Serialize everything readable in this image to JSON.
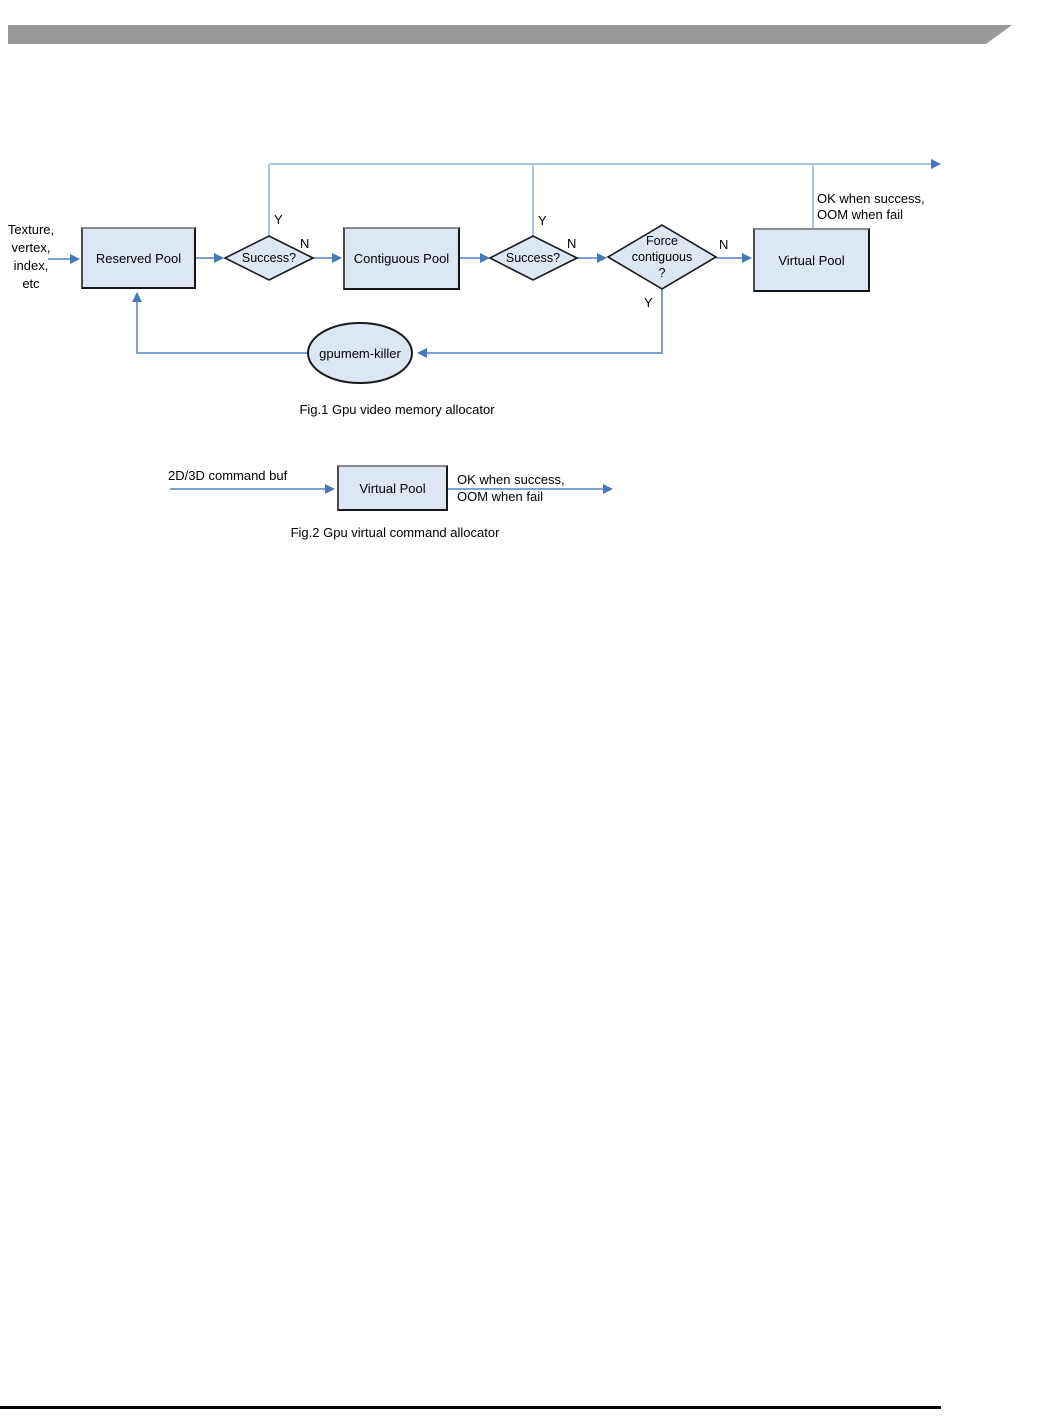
{
  "fig1": {
    "caption": "Fig.1 Gpu video memory allocator",
    "input_lines": [
      "Texture,",
      "vertex,",
      "index,",
      "etc"
    ],
    "nodes": {
      "reserved_pool": "Reserved Pool",
      "success1": "Success?",
      "contiguous_pool": "Contiguous Pool",
      "success2": "Success?",
      "force_lines": [
        "Force",
        "contiguous",
        "?"
      ],
      "virtual_pool": "Virtual Pool",
      "gpumem_killer": "gpumem-killer"
    },
    "branch_labels": {
      "y1": "Y",
      "n1": "N",
      "y2": "Y",
      "n2": "N",
      "n3": "N",
      "y3": "Y"
    },
    "output_lines": [
      "OK when success,",
      "OOM when fail"
    ]
  },
  "fig2": {
    "caption": "Fig.2 Gpu virtual command allocator",
    "input_label": "2D/3D command buf",
    "node": "Virtual Pool",
    "output_lines": [
      "OK when success,",
      "OOM when fail"
    ]
  },
  "colors": {
    "shape_fill": "#dde7f3",
    "shape_border": "#1a1a1a",
    "connector_blue": "#7aa1d2",
    "connector_light_blue": "#aac4e2",
    "arrowhead_blue": "#4779b8",
    "header_bar_gray": "#999999",
    "footer_rule_black": "#000000"
  }
}
